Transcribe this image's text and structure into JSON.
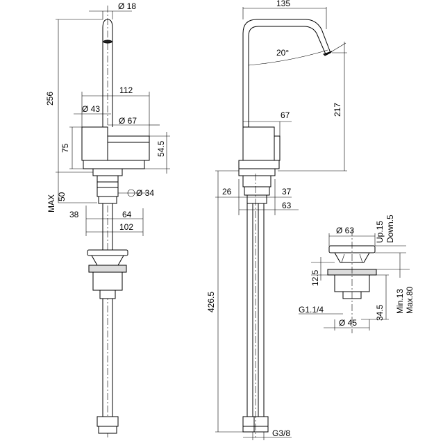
{
  "dimensions": {
    "left_view": {
      "spout_diameter": "Ø 18",
      "total_height": "256",
      "body_depth": "112",
      "body_diameter": "Ø 43",
      "handle_diameter": "Ø 67",
      "handle_height": "54.5",
      "body_height": "75",
      "max_thickness": "MAX\n50",
      "max_label": "MAX",
      "max_value": "50",
      "thread_diameter": "Ø 34",
      "offset_left": "38",
      "offset_right": "64",
      "overall_base": "102"
    },
    "middle_view": {
      "spout_reach": "135",
      "spout_angle": "20°",
      "spout_height": "217",
      "handle_width": "67",
      "base_left": "26",
      "base_right": "37",
      "base_width": "63",
      "total_height": "426.5",
      "hose_thread": "G3/8"
    },
    "right_view": {
      "waste_diameter": "Ø 63",
      "up_travel": "Up.15",
      "down_travel": "Down.5",
      "cap_height": "12.5",
      "thread": "G1.1/4",
      "body_height": "34.5",
      "body_diameter": "Ø 45",
      "min_thickness": "Min.13",
      "max_thickness": "Max.80"
    }
  }
}
